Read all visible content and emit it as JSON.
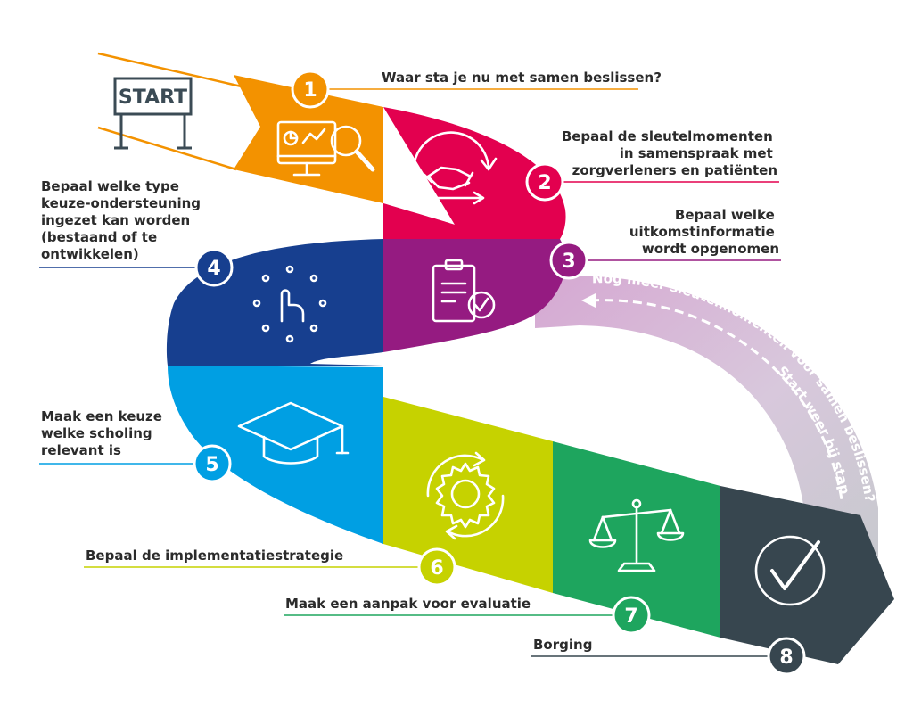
{
  "start_sign": "START",
  "steps": [
    {
      "number": "1",
      "label_lines": [
        "Waar sta je nu met samen beslissen?"
      ],
      "color": "#f39200",
      "icon": "monitor-chart-magnifier-icon"
    },
    {
      "number": "2",
      "label_lines": [
        "Bepaal de sleutelmomenten",
        "in samenspraak met",
        "zorgverleners en patiënten"
      ],
      "color": "#e3004f",
      "icon": "handshake-cycle-icon"
    },
    {
      "number": "3",
      "label_lines": [
        "Bepaal welke",
        "uitkomstinformatie",
        "wordt opgenomen"
      ],
      "color": "#951b81",
      "icon": "clipboard-check-icon"
    },
    {
      "number": "4",
      "label_lines": [
        "Bepaal welke type",
        "keuze-ondersteuning",
        "ingezet kan worden",
        "(bestaand of te",
        "ontwikkelen)"
      ],
      "color": "#173f8f",
      "icon": "hand-pointer-icon"
    },
    {
      "number": "5",
      "label_lines": [
        "Maak een keuze",
        "welke scholing",
        "relevant is"
      ],
      "color": "#009fe3",
      "icon": "graduation-cap-icon"
    },
    {
      "number": "6",
      "label_lines": [
        "Bepaal de implementatiestrategie"
      ],
      "color": "#c6d200",
      "icon": "gear-cycle-icon"
    },
    {
      "number": "7",
      "label_lines": [
        "Maak een aanpak voor evaluatie"
      ],
      "color": "#1ea55e",
      "icon": "balance-scale-icon"
    },
    {
      "number": "8",
      "label_lines": [
        "Borging"
      ],
      "color": "#37464f",
      "icon": "checkmark-circle-icon"
    }
  ],
  "loop_back": {
    "line1": "Nog meer sleutelmomenten voor samen beslissen?",
    "line2": "Start weer bij stap 3."
  }
}
